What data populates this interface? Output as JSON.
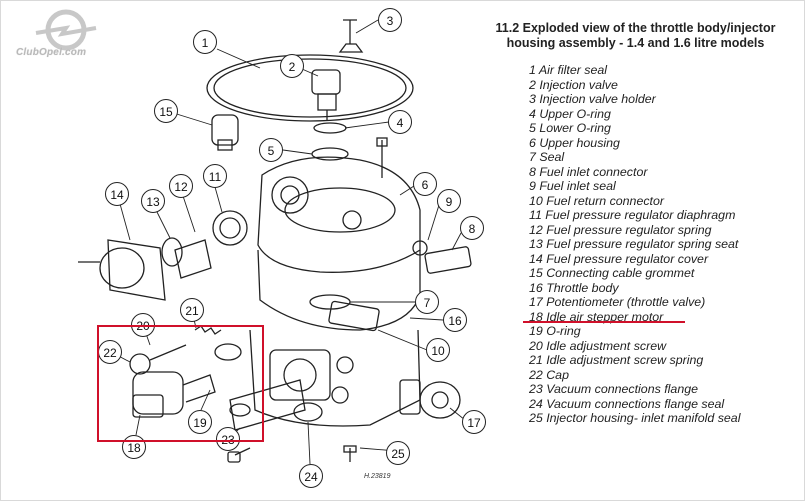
{
  "logo": {
    "text": "ClubOpel.com",
    "icon": "opel-lightning-logo"
  },
  "title_lines": [
    "11.2 Exploded view of the throttle body/injector",
    "housing assembly - 1.4 and 1.6 litre models"
  ],
  "parts": [
    "1 Air filter seal",
    "2 Injection valve",
    "3 Injection valve holder",
    "4 Upper O-ring",
    "5 Lower O-ring",
    "6 Upper housing",
    "7 Seal",
    "8 Fuel inlet connector",
    "9 Fuel inlet seal",
    "10 Fuel return connector",
    "11 Fuel pressure regulator diaphragm",
    "12 Fuel pressure regulator spring",
    "13 Fuel pressure regulator spring seat",
    "14 Fuel pressure regulator cover",
    "15 Connecting cable grommet",
    "16 Throttle body",
    "17 Potentiometer (throttle valve)",
    "18 Idle air stepper motor",
    "19 O-ring",
    "20 Idle adjustment screw",
    "21 Idle adjustment screw spring",
    "22 Cap",
    "23 Vacuum connections flange",
    "24 Vacuum connections flange seal",
    "25 Injector housing- inlet manifold seal"
  ],
  "callouts": [
    "1",
    "2",
    "3",
    "4",
    "5",
    "6",
    "7",
    "8",
    "9",
    "10",
    "11",
    "12",
    "13",
    "14",
    "15",
    "16",
    "17",
    "18",
    "19",
    "20",
    "21",
    "22",
    "23",
    "24",
    "25"
  ],
  "drawing_ref": "H.23819",
  "highlight_color": "#d0102a"
}
